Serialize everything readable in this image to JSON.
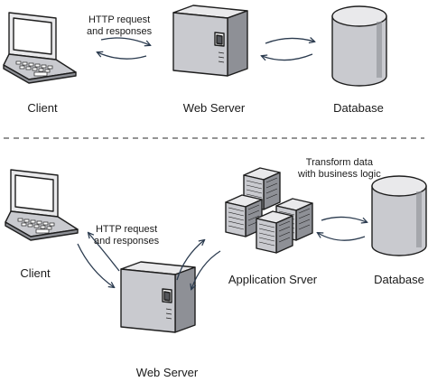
{
  "top": {
    "client_label": "Client",
    "webserver_label": "Web Server",
    "database_label": "Database",
    "http_note": [
      "HTTP request",
      "and responses"
    ]
  },
  "bottom": {
    "client_label": "Client",
    "webserver_label": "Web Server",
    "appserver_label": "Application Srver",
    "database_label": "Database",
    "http_note": [
      "HTTP request",
      "and responses"
    ],
    "transform_note": [
      "Transform data",
      "with business logic"
    ]
  },
  "colors": {
    "outline": "#1e1e1e",
    "shade_light": "#e9e9eb",
    "shade_mid": "#c9cacf",
    "shade_dark": "#8e9096",
    "arrow": "#2b3b4f",
    "divider": "#555555"
  }
}
